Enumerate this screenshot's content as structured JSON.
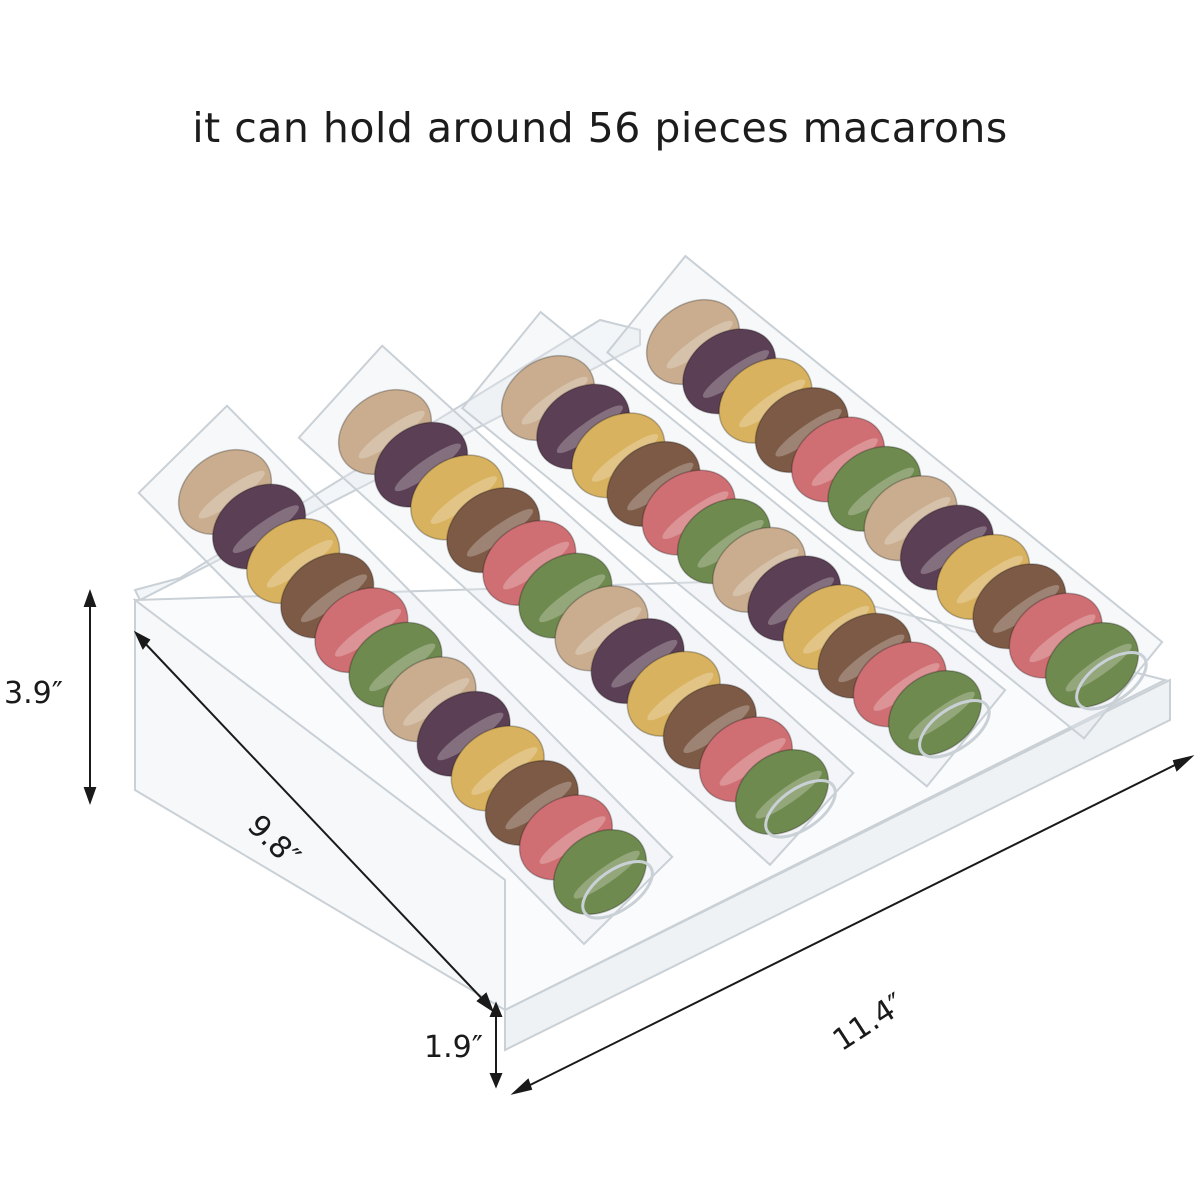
{
  "headline": "it can hold around 56 pieces macarons",
  "dimensions": {
    "height": "3.9″",
    "depth": "9.8″",
    "front_lip": "1.9″",
    "width": "11.4″"
  },
  "rows": [
    {
      "name": "row-1",
      "macarons": [
        "tan",
        "purple",
        "yellow",
        "brown",
        "pink",
        "green",
        "tan",
        "purple",
        "yellow",
        "brown",
        "pink",
        "green"
      ]
    },
    {
      "name": "row-2",
      "macarons": [
        "tan",
        "purple",
        "yellow",
        "brown",
        "pink",
        "green",
        "tan",
        "purple",
        "yellow",
        "brown",
        "pink",
        "green"
      ]
    },
    {
      "name": "row-3",
      "macarons": [
        "tan",
        "purple",
        "yellow",
        "brown",
        "pink",
        "green",
        "tan",
        "purple",
        "yellow",
        "brown",
        "pink",
        "green"
      ]
    },
    {
      "name": "row-4",
      "macarons": [
        "tan",
        "purple",
        "yellow",
        "brown",
        "pink",
        "green",
        "tan",
        "purple",
        "yellow",
        "brown",
        "pink",
        "green"
      ]
    }
  ],
  "colors": {
    "tan": "#c9ad8e",
    "purple": "#5b3f55",
    "yellow": "#d8b25e",
    "brown": "#7d5a46",
    "pink": "#cf6f73",
    "green": "#6f8a4f",
    "acrylic": "#c9d0d6",
    "line": "#1a1a1a"
  }
}
